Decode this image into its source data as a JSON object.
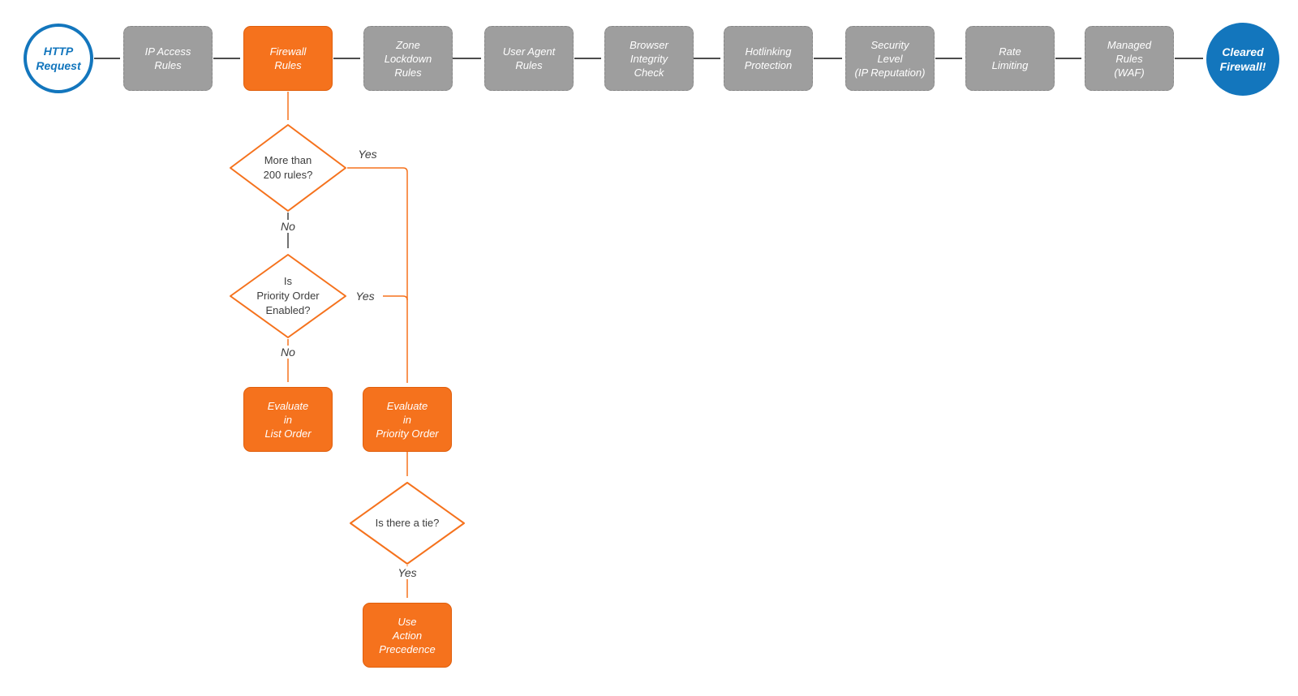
{
  "flowchart": {
    "palette": {
      "orange": "#F5721D",
      "gray": "#9E9E9E",
      "blue": "#1376BD",
      "connector_gray": "#4D4D4D",
      "text_dark": "#3D3D3D"
    },
    "start": {
      "label": "HTTP\nRequest"
    },
    "end": {
      "label": "Cleared\nFirewall!"
    },
    "pipeline": [
      {
        "label": "IP Access\nRules",
        "highlighted": false
      },
      {
        "label": "Firewall\nRules",
        "highlighted": true
      },
      {
        "label": "Zone\nLockdown\nRules",
        "highlighted": false
      },
      {
        "label": "User Agent\nRules",
        "highlighted": false
      },
      {
        "label": "Browser\nIntegrity\nCheck",
        "highlighted": false
      },
      {
        "label": "Hotlinking\nProtection",
        "highlighted": false
      },
      {
        "label": "Security\nLevel\n(IP Reputation)",
        "highlighted": false
      },
      {
        "label": "Rate\nLimiting",
        "highlighted": false
      },
      {
        "label": "Managed\nRules\n(WAF)",
        "highlighted": false
      }
    ],
    "decisions": {
      "more_rules": {
        "label": "More than\n200 rules?"
      },
      "priority_enabled": {
        "label": "Is\nPriority Order\nEnabled?"
      },
      "tie": {
        "label": "Is there a tie?"
      }
    },
    "actions": {
      "list_order": {
        "label": "Evaluate\nin\nList Order"
      },
      "priority_order": {
        "label": "Evaluate\nin\nPriority Order"
      },
      "action_precedence": {
        "label": "Use\nAction\nPrecedence"
      }
    },
    "edge_labels": {
      "more_rules_yes": "Yes",
      "more_rules_no": "No",
      "priority_yes": "Yes",
      "priority_no": "No",
      "tie_yes": "Yes"
    }
  }
}
